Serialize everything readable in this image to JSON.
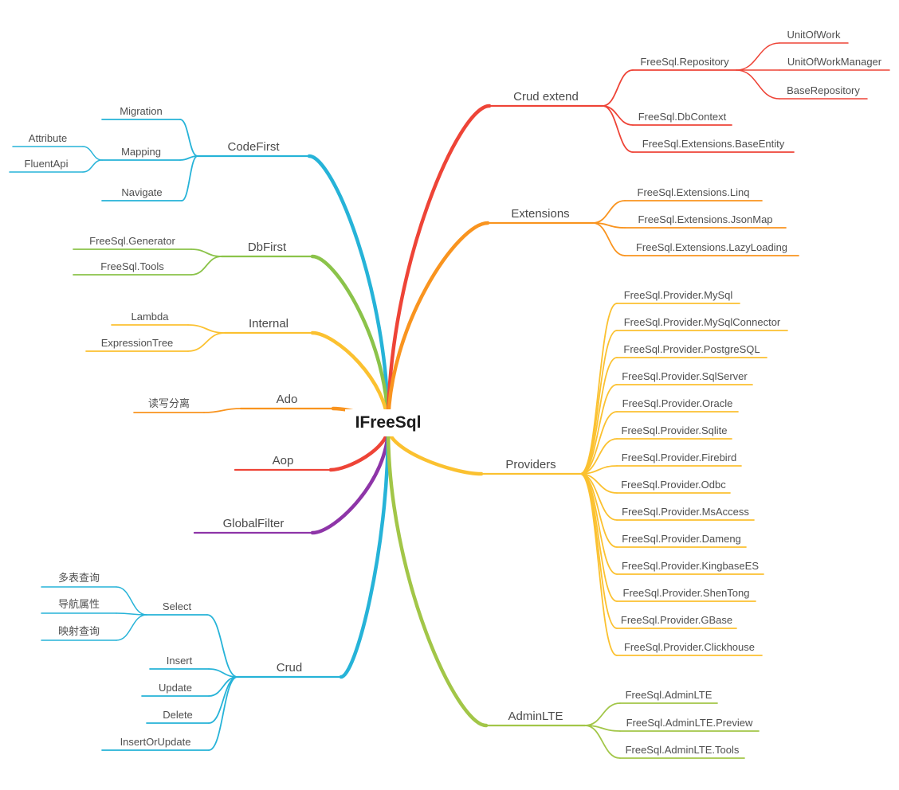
{
  "center": {
    "label": "IFreeSql"
  },
  "branches": [
    {
      "id": "codefirst",
      "label": "CodeFirst",
      "color": "#26b3d8",
      "children": [
        {
          "id": "migration",
          "label": "Migration"
        },
        {
          "id": "mapping",
          "label": "Mapping",
          "children": [
            {
              "id": "attribute",
              "label": "Attribute"
            },
            {
              "id": "fluentapi",
              "label": "FluentApi"
            }
          ]
        },
        {
          "id": "navigate",
          "label": "Navigate"
        }
      ]
    },
    {
      "id": "dbfirst",
      "label": "DbFirst",
      "color": "#8bc34a",
      "children": [
        {
          "id": "generator",
          "label": "FreeSql.Generator"
        },
        {
          "id": "tools",
          "label": "FreeSql.Tools"
        }
      ]
    },
    {
      "id": "internal",
      "label": "Internal",
      "color": "#fbc130",
      "children": [
        {
          "id": "lambda",
          "label": "Lambda"
        },
        {
          "id": "expressiontree",
          "label": "ExpressionTree"
        }
      ]
    },
    {
      "id": "ado",
      "label": "Ado",
      "color": "#f9941f",
      "children": [
        {
          "id": "readwrite",
          "label": "读写分离"
        }
      ]
    },
    {
      "id": "aop",
      "label": "Aop",
      "color": "#ee4437",
      "children": []
    },
    {
      "id": "globalfilter",
      "label": "GlobalFilter",
      "color": "#8e35a8",
      "children": []
    },
    {
      "id": "crud",
      "label": "Crud",
      "color": "#26b3d8",
      "children": [
        {
          "id": "select",
          "label": "Select",
          "children": [
            {
              "id": "multitable",
              "label": "多表查询"
            },
            {
              "id": "navprop",
              "label": "导航属性"
            },
            {
              "id": "mapquery",
              "label": "映射查询"
            }
          ]
        },
        {
          "id": "insert",
          "label": "Insert"
        },
        {
          "id": "update",
          "label": "Update"
        },
        {
          "id": "delete",
          "label": "Delete"
        },
        {
          "id": "insertorupdate",
          "label": "InsertOrUpdate"
        }
      ]
    },
    {
      "id": "crudextend",
      "label": "Crud extend",
      "color": "#ee4437",
      "children": [
        {
          "id": "repository",
          "label": "FreeSql.Repository",
          "children": [
            {
              "id": "unitofwork",
              "label": "UnitOfWork"
            },
            {
              "id": "unitofworkmanager",
              "label": "UnitOfWorkManager"
            },
            {
              "id": "baserepository",
              "label": "BaseRepository"
            }
          ]
        },
        {
          "id": "dbcontext",
          "label": "FreeSql.DbContext"
        },
        {
          "id": "baseentity",
          "label": "FreeSql.Extensions.BaseEntity"
        }
      ]
    },
    {
      "id": "extensions",
      "label": "Extensions",
      "color": "#f9941f",
      "children": [
        {
          "id": "linq",
          "label": "FreeSql.Extensions.Linq"
        },
        {
          "id": "jsonmap",
          "label": "FreeSql.Extensions.JsonMap"
        },
        {
          "id": "lazyloading",
          "label": "FreeSql.Extensions.LazyLoading"
        }
      ]
    },
    {
      "id": "providers",
      "label": "Providers",
      "color": "#fbc130",
      "children": [
        {
          "id": "mysql",
          "label": "FreeSql.Provider.MySql"
        },
        {
          "id": "mysqlconnector",
          "label": "FreeSql.Provider.MySqlConnector"
        },
        {
          "id": "postgresql",
          "label": "FreeSql.Provider.PostgreSQL"
        },
        {
          "id": "sqlserver",
          "label": "FreeSql.Provider.SqlServer"
        },
        {
          "id": "oracle",
          "label": "FreeSql.Provider.Oracle"
        },
        {
          "id": "sqlite",
          "label": "FreeSql.Provider.Sqlite"
        },
        {
          "id": "firebird",
          "label": "FreeSql.Provider.Firebird"
        },
        {
          "id": "odbc",
          "label": "FreeSql.Provider.Odbc"
        },
        {
          "id": "msaccess",
          "label": "FreeSql.Provider.MsAccess"
        },
        {
          "id": "dameng",
          "label": "FreeSql.Provider.Dameng"
        },
        {
          "id": "kingbasees",
          "label": "FreeSql.Provider.KingbaseES"
        },
        {
          "id": "shentong",
          "label": "FreeSql.Provider.ShenTong"
        },
        {
          "id": "gbase",
          "label": "FreeSql.Provider.GBase"
        },
        {
          "id": "clickhouse",
          "label": "FreeSql.Provider.Clickhouse"
        }
      ]
    },
    {
      "id": "adminlte",
      "label": "AdminLTE",
      "color": "#a2c648",
      "children": [
        {
          "id": "adminlte-main",
          "label": "FreeSql.AdminLTE"
        },
        {
          "id": "adminlte-preview",
          "label": "FreeSql.AdminLTE.Preview"
        },
        {
          "id": "adminlte-tools",
          "label": "FreeSql.AdminLTE.Tools"
        }
      ]
    }
  ]
}
